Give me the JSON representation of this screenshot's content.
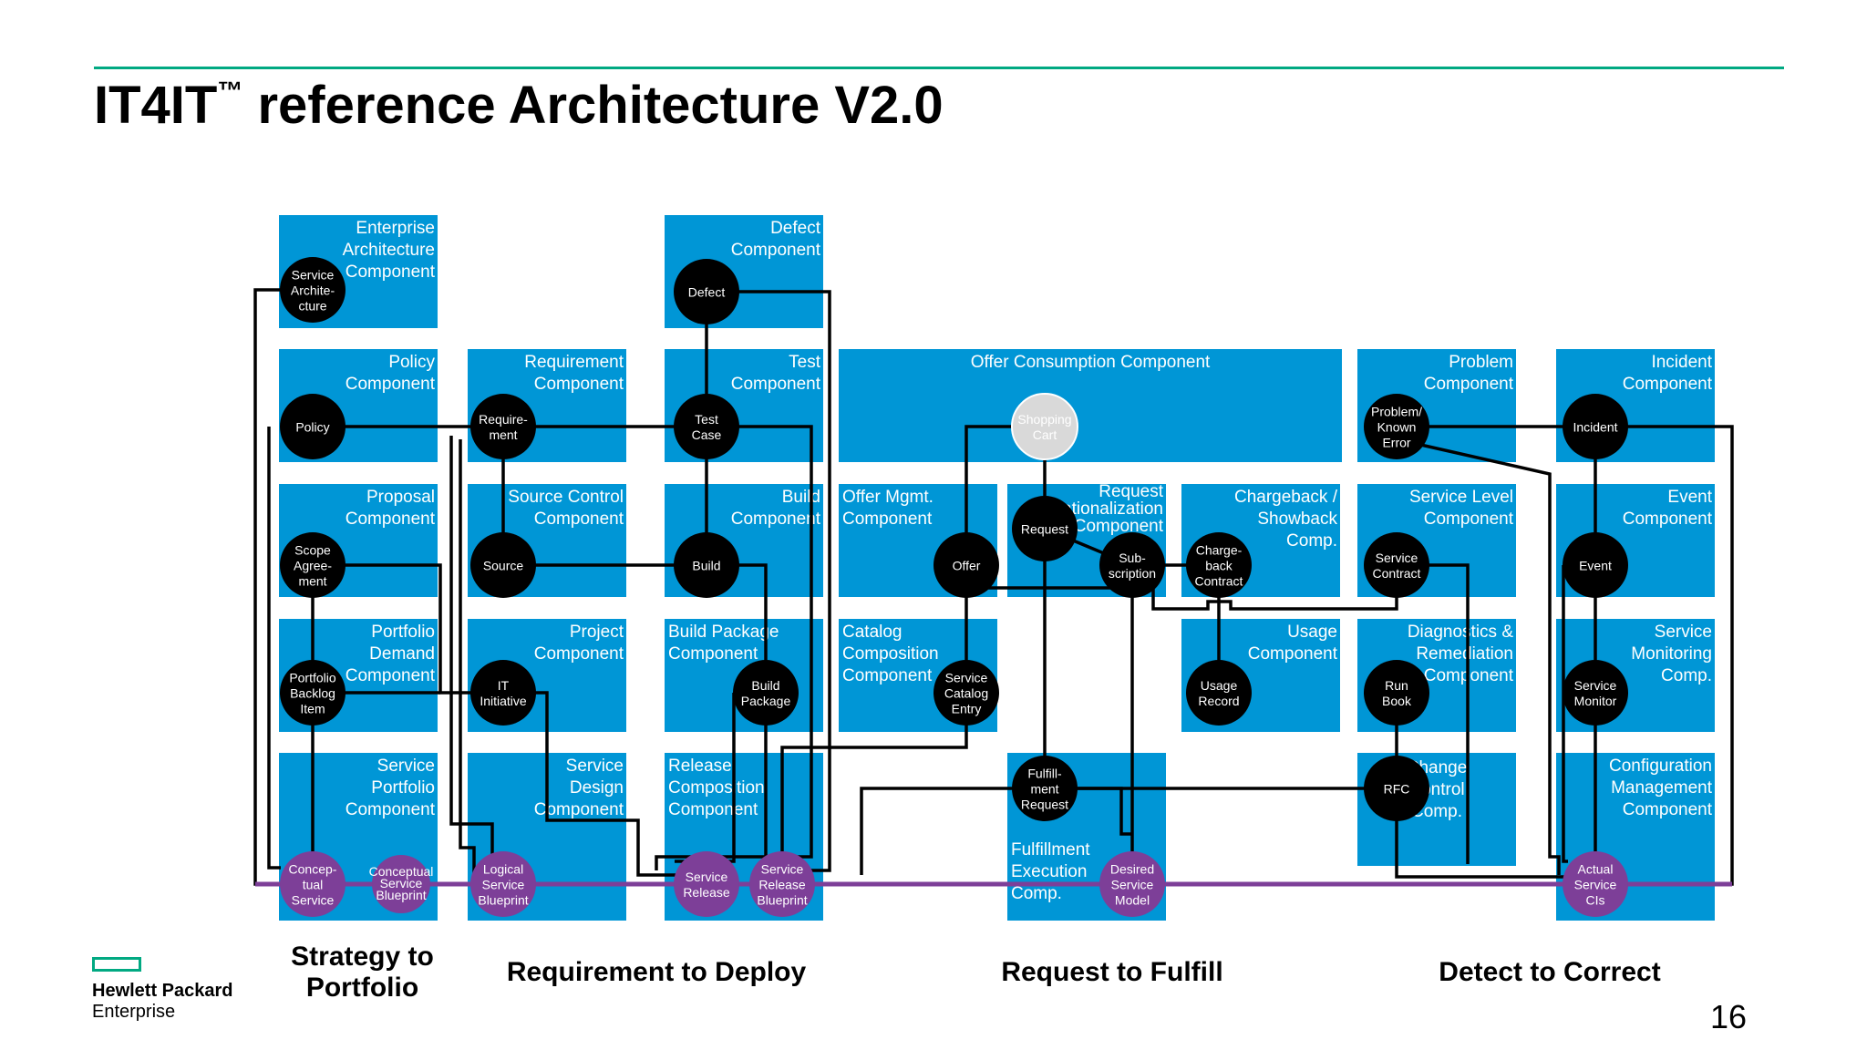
{
  "title": {
    "main": "IT4IT",
    "tm": "™",
    "rest": " reference Architecture V2.0"
  },
  "colors": {
    "component": "#0096d6",
    "accent": "#01a982",
    "node_black": "#000000",
    "node_purple": "#7d3f98",
    "node_gray": "#d9d9d9",
    "purple_line": "#7d3f98"
  },
  "components": [
    {
      "id": "enterprise-architecture",
      "lines": [
        "Enterprise",
        "Architecture",
        "Component"
      ]
    },
    {
      "id": "policy",
      "lines": [
        "Policy",
        "Component"
      ]
    },
    {
      "id": "proposal",
      "lines": [
        "Proposal",
        "Component"
      ]
    },
    {
      "id": "portfolio-demand",
      "lines": [
        "Portfolio",
        "Demand",
        "Component"
      ]
    },
    {
      "id": "service-portfolio",
      "lines": [
        "Service",
        "Portfolio",
        "Component"
      ]
    },
    {
      "id": "requirement",
      "lines": [
        "Requirement",
        "Component"
      ]
    },
    {
      "id": "source-control",
      "lines": [
        "Source Control",
        "Component"
      ]
    },
    {
      "id": "project",
      "lines": [
        "Project",
        "Component"
      ]
    },
    {
      "id": "service-design",
      "lines": [
        "Service",
        "Design",
        "Component"
      ]
    },
    {
      "id": "defect",
      "lines": [
        "Defect",
        "Component"
      ]
    },
    {
      "id": "test",
      "lines": [
        "Test",
        "Component"
      ]
    },
    {
      "id": "build",
      "lines": [
        "Build",
        "Component"
      ]
    },
    {
      "id": "build-package",
      "lines": [
        "Build Package",
        "Component"
      ]
    },
    {
      "id": "release-composition",
      "lines": [
        "Release",
        "Composition",
        "Component"
      ]
    },
    {
      "id": "offer-consumption",
      "lines": [
        "Offer Consumption Component"
      ]
    },
    {
      "id": "offer-mgmt",
      "lines": [
        "Offer Mgmt.",
        "Component"
      ]
    },
    {
      "id": "catalog-composition",
      "lines": [
        "Catalog",
        "Composition",
        "Component"
      ]
    },
    {
      "id": "request-rationalization",
      "lines": [
        "Request",
        "Rationalization",
        "Component"
      ]
    },
    {
      "id": "fulfillment-execution",
      "lines": [
        "Fulfillment",
        "Execution",
        "Comp."
      ]
    },
    {
      "id": "chargeback-showback",
      "lines": [
        "Chargeback /",
        "Showback",
        "Comp."
      ]
    },
    {
      "id": "usage",
      "lines": [
        "Usage",
        "Component"
      ]
    },
    {
      "id": "problem",
      "lines": [
        "Problem",
        "Component"
      ]
    },
    {
      "id": "service-level",
      "lines": [
        "Service Level",
        "Component"
      ]
    },
    {
      "id": "diagnostics-remediation",
      "lines": [
        "Diagnostics &",
        "Remediation",
        "Component"
      ]
    },
    {
      "id": "change-control",
      "lines": [
        "Change",
        "Control",
        "Comp."
      ]
    },
    {
      "id": "incident",
      "lines": [
        "Incident",
        "Component"
      ]
    },
    {
      "id": "event",
      "lines": [
        "Event",
        "Component"
      ]
    },
    {
      "id": "service-monitoring",
      "lines": [
        "Service",
        "Monitoring",
        "Comp."
      ]
    },
    {
      "id": "configuration-management",
      "lines": [
        "Configuration",
        "Management",
        "Component"
      ]
    }
  ],
  "nodes": [
    {
      "id": "service-architecture",
      "lines": [
        "Service",
        "Archite-",
        "cture"
      ]
    },
    {
      "id": "policy",
      "lines": [
        "Policy"
      ]
    },
    {
      "id": "scope-agreement",
      "lines": [
        "Scope",
        "Agree-",
        "ment"
      ]
    },
    {
      "id": "portfolio-backlog-item",
      "lines": [
        "Portfolio",
        "Backlog",
        "Item"
      ]
    },
    {
      "id": "conceptual-service",
      "lines": [
        "Concep-",
        "tual",
        "Service"
      ]
    },
    {
      "id": "conceptual-service-blueprint",
      "lines": [
        "Conceptual",
        "Service",
        "Blueprint"
      ]
    },
    {
      "id": "requirement",
      "lines": [
        "Require-",
        "ment"
      ]
    },
    {
      "id": "source",
      "lines": [
        "Source"
      ]
    },
    {
      "id": "it-initiative",
      "lines": [
        "IT",
        "Initiative"
      ]
    },
    {
      "id": "logical-service-blueprint",
      "lines": [
        "Logical",
        "Service",
        "Blueprint"
      ]
    },
    {
      "id": "defect",
      "lines": [
        "Defect"
      ]
    },
    {
      "id": "test-case",
      "lines": [
        "Test",
        "Case"
      ]
    },
    {
      "id": "build",
      "lines": [
        "Build"
      ]
    },
    {
      "id": "build-package",
      "lines": [
        "Build",
        "Package"
      ]
    },
    {
      "id": "service-release",
      "lines": [
        "Service",
        "Release"
      ]
    },
    {
      "id": "service-release-blueprint",
      "lines": [
        "Service",
        "Release",
        "Blueprint"
      ]
    },
    {
      "id": "shopping-cart",
      "lines": [
        "Shopping",
        "Cart"
      ]
    },
    {
      "id": "offer",
      "lines": [
        "Offer"
      ]
    },
    {
      "id": "service-catalog-entry",
      "lines": [
        "Service",
        "Catalog",
        "Entry"
      ]
    },
    {
      "id": "request",
      "lines": [
        "Request"
      ]
    },
    {
      "id": "subscription",
      "lines": [
        "Sub-",
        "scription"
      ]
    },
    {
      "id": "fulfillment-request",
      "lines": [
        "Fulfill-",
        "ment",
        "Request"
      ]
    },
    {
      "id": "desired-service-model",
      "lines": [
        "Desired",
        "Service",
        "Model"
      ]
    },
    {
      "id": "chargeback-contract",
      "lines": [
        "Charge-",
        "back",
        "Contract"
      ]
    },
    {
      "id": "usage-record",
      "lines": [
        "Usage",
        "Record"
      ]
    },
    {
      "id": "problem-known-error",
      "lines": [
        "Problem/",
        "Known",
        "Error"
      ]
    },
    {
      "id": "service-contract",
      "lines": [
        "Service",
        "Contract"
      ]
    },
    {
      "id": "run-book",
      "lines": [
        "Run",
        "Book"
      ]
    },
    {
      "id": "rfc",
      "lines": [
        "RFC"
      ]
    },
    {
      "id": "incident",
      "lines": [
        "Incident"
      ]
    },
    {
      "id": "event",
      "lines": [
        "Event"
      ]
    },
    {
      "id": "service-monitor",
      "lines": [
        "Service",
        "Monitor"
      ]
    },
    {
      "id": "actual-service-cis",
      "lines": [
        "Actual",
        "Service",
        "CIs"
      ]
    }
  ],
  "value_streams": {
    "s2p": "Strategy to Portfolio",
    "r2d": "Requirement to Deploy",
    "r2f": "Request to Fulfill",
    "d2c": "Detect to Correct"
  },
  "logo": {
    "name": "Hewlett Packard",
    "sub": "Enterprise"
  },
  "page_number": "16"
}
